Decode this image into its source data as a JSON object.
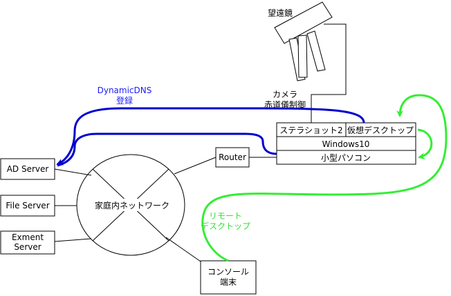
{
  "title": "",
  "nodes": {
    "telescope": "望遠鏡",
    "camera_line1": "カメラ",
    "camera_line2": "赤道儀制御",
    "stellashot": "ステラショット2",
    "virtual_desktop": "仮想デスクトップ",
    "windows": "Windows10",
    "small_pc": "小型パソコン",
    "router": "Router",
    "network": "家庭内ネットワーク",
    "ad_server": "AD Server",
    "file_server": "File Server",
    "exment_line1": "Exment",
    "exment_line2": "Server",
    "console_line1": "コンソール",
    "console_line2": "端末"
  },
  "edges": {
    "dyndns_line1": "DynamicDNS",
    "dyndns_line2": "登録",
    "remote_line1": "リモート",
    "remote_line2": "デスクトップ"
  },
  "colors": {
    "blue": "#0000cc",
    "blue_text": "#1a1aff",
    "green": "#33ee33",
    "line": "#000000"
  }
}
